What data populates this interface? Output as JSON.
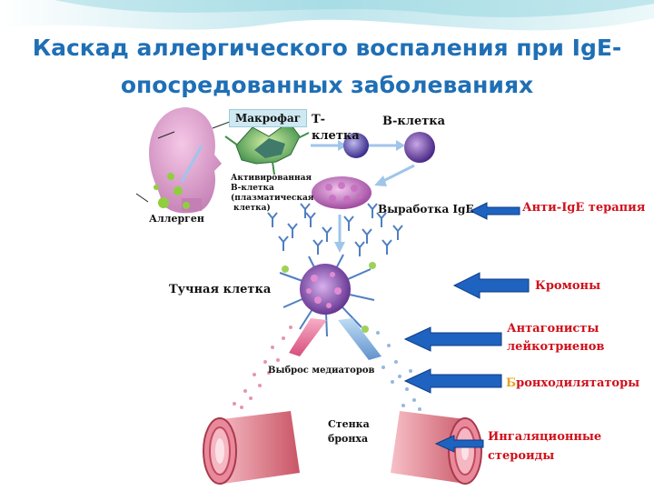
{
  "title": {
    "line1": "Каскад аллергического воспаления при IgE-",
    "line2": "опосредованных заболеваниях"
  },
  "labels": {
    "macrophage": "Макрофаг",
    "t_cell_1": "Т-",
    "t_cell_2": "клетка",
    "b_cell": "В-клетка",
    "activated_1": "Активированная",
    "activated_2": "В-клетка",
    "activated_3": "(плазматическая",
    "activated_4": "клетка)",
    "allergen": "Аллерген",
    "ige_production": "Выработка IgE",
    "mast_cell": "Тучная клетка",
    "mediator_release": "Выброс медиаторов",
    "bronchus_1": "Стенка",
    "bronchus_2": "бронха"
  },
  "therapies": {
    "anti_ige": "Анти-IgE терапия",
    "cromones": "Кромоны",
    "leukotriene_1": "Антагонисты",
    "leukotriene_2": "лейкотриенов",
    "bronchodilators_first": "Б",
    "bronchodilators_rest": "ронходилятаторы",
    "steroids_1": "Ингаляционные",
    "steroids_2": "стероиды"
  },
  "colors": {
    "title": "#1f6fb5",
    "therapy_text": "#d0111b",
    "arrow_fill": "#1f63c0",
    "arrow_stroke": "#0d3b86",
    "accent_orange": "#e8a321"
  }
}
